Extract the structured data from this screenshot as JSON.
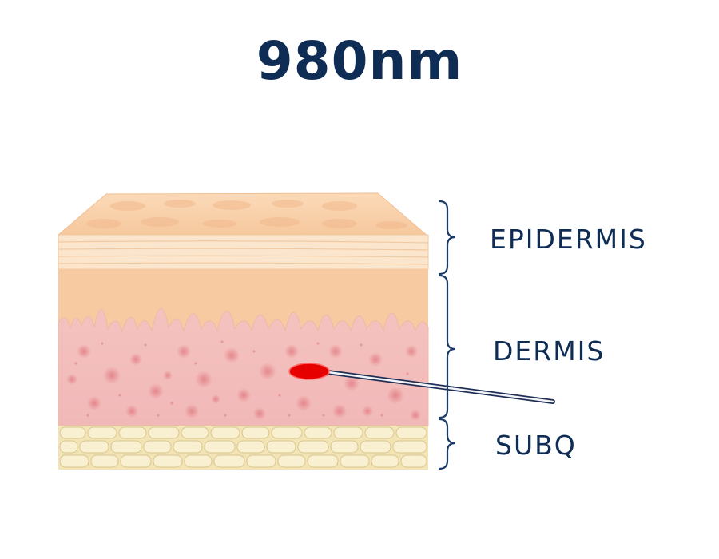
{
  "title": "980nm",
  "layers": [
    {
      "key": "epidermis",
      "label": "EPIDERMIS"
    },
    {
      "key": "dermis",
      "label": "DERMIS"
    },
    {
      "key": "subq",
      "label": "SUBQ"
    }
  ],
  "colors": {
    "title": "#0f2d54",
    "label": "#0f2d54",
    "bracket": "#1b3b66",
    "epidermis_top": "#f7cda7",
    "epidermis_stratum": "#fbe7cf",
    "epidermis_base": "#f8c9a0",
    "dermis": "#f2bfbf",
    "dermis_spot": "#e99797",
    "subq_fat": "#f8eecb",
    "subq_outline": "#d8c58d",
    "laser_spot": "#e60000",
    "fiber": "#1e2f55"
  }
}
